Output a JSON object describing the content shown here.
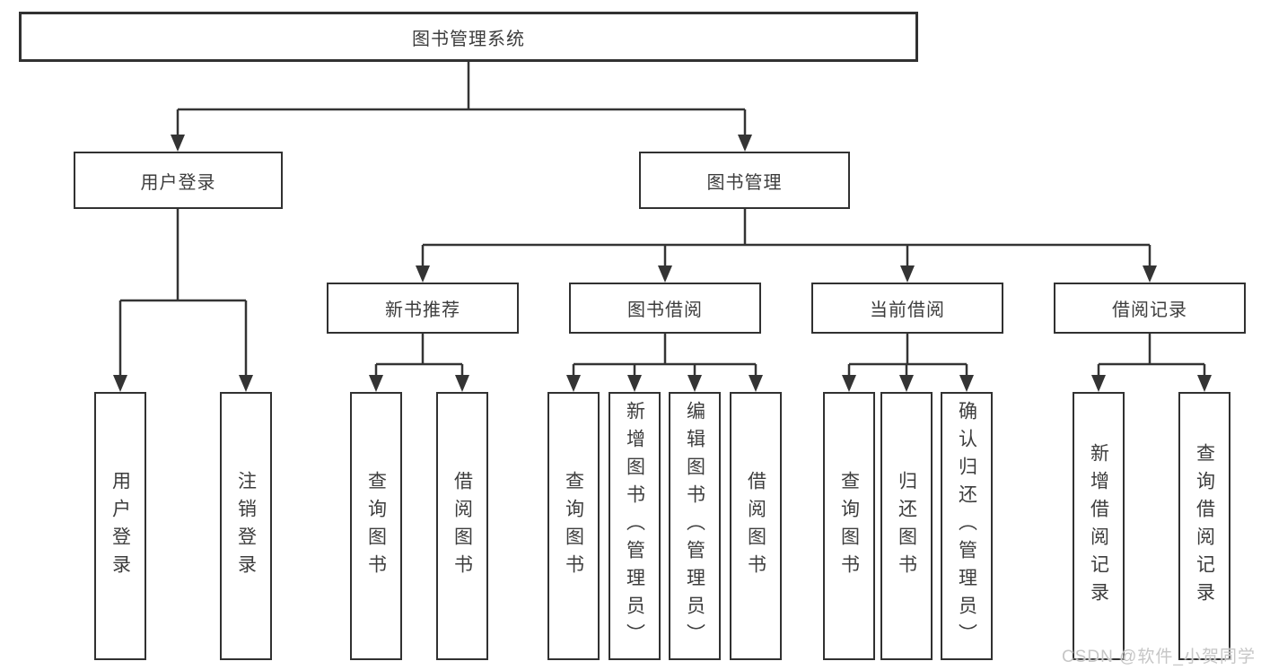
{
  "diagram": {
    "root": {
      "label": "图书管理系统"
    },
    "branches": [
      {
        "label": "用户登录",
        "children": [
          {
            "label": "用户登录"
          },
          {
            "label": "注销登录"
          }
        ]
      },
      {
        "label": "图书管理",
        "children": [
          {
            "label": "新书推荐",
            "children": [
              {
                "label": "查询图书"
              },
              {
                "label": "借阅图书"
              }
            ]
          },
          {
            "label": "图书借阅",
            "children": [
              {
                "label": "查询图书"
              },
              {
                "label": "新增图书（管理员）"
              },
              {
                "label": "编辑图书（管理员）"
              },
              {
                "label": "借阅图书"
              }
            ]
          },
          {
            "label": "当前借阅",
            "children": [
              {
                "label": "查询图书"
              },
              {
                "label": "归还图书"
              },
              {
                "label": "确认归还（管理员）"
              }
            ]
          },
          {
            "label": "借阅记录",
            "children": [
              {
                "label": "新增借阅记录"
              },
              {
                "label": "查询借阅记录"
              }
            ]
          }
        ]
      }
    ],
    "colors": {
      "line": "#343434",
      "box_border": "#313131",
      "text": "#3d3d3d",
      "background": "#ffffff",
      "watermark": "#c6c6c6"
    }
  },
  "watermark": {
    "text": "CSDN @软件_小贺同学"
  }
}
